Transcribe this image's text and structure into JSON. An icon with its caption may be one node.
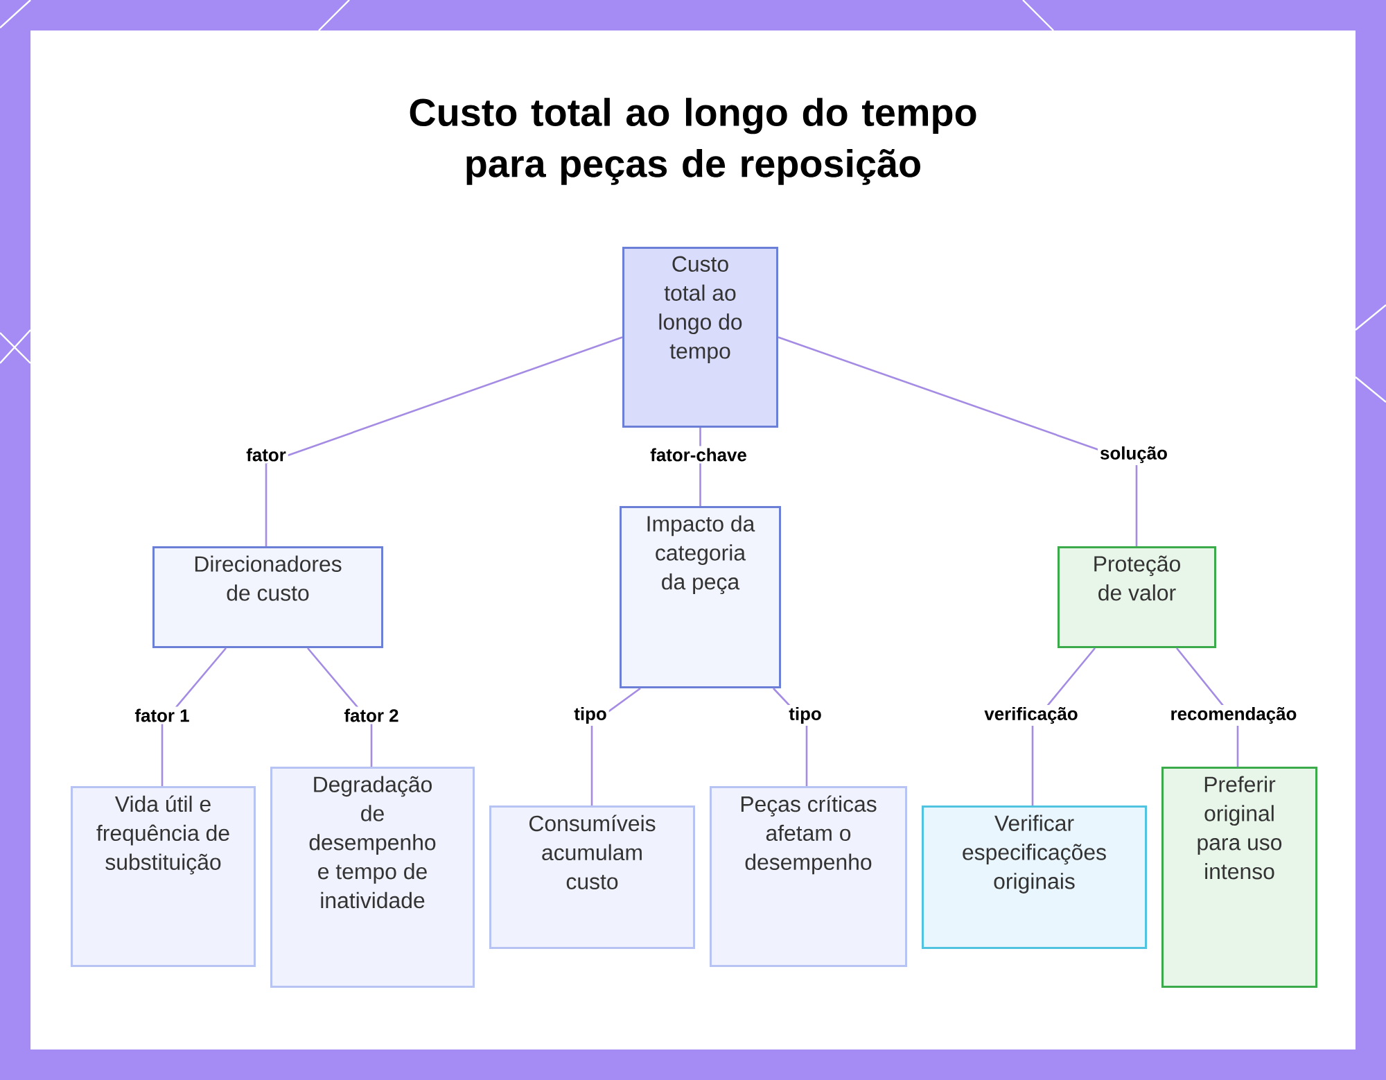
{
  "diagram": {
    "title": "Custo total ao longo do tempo para peças de reposição",
    "nodes": [
      {
        "text": [
          "Custo total ao longo do tempo"
        ]
      },
      {
        "text": [
          "Direcionadores de custo"
        ]
      },
      {
        "text": [
          "Impacto da categoria da peça"
        ]
      },
      {
        "text": [
          "Proteção de valor"
        ]
      },
      {
        "text": [
          "Vida útil e frequência de substituição"
        ]
      },
      {
        "text": [
          "Degradação de desempenho e tempo de inatividade"
        ]
      },
      {
        "text": [
          "Consumíveis acumulam custo"
        ]
      },
      {
        "text": [
          "Peças críticas afetam o desempenho"
        ]
      },
      {
        "text": [
          "Verificar especificações originais"
        ]
      },
      {
        "text": [
          "Preferir original para uso intenso"
        ]
      }
    ],
    "edges": [
      {
        "from": 0,
        "to": 1,
        "arrow": "none",
        "label": "fator"
      },
      {
        "from": 0,
        "to": 2,
        "arrow": "none",
        "label": "fator-chave"
      },
      {
        "from": 0,
        "to": 3,
        "arrow": "none",
        "label": "solução"
      },
      {
        "from": 1,
        "to": 4,
        "arrow": "none",
        "label": "fator 1"
      },
      {
        "from": 1,
        "to": 5,
        "arrow": "none",
        "label": "fator 2"
      },
      {
        "from": 2,
        "to": 6,
        "arrow": "none",
        "label": "tipo"
      },
      {
        "from": 2,
        "to": 7,
        "arrow": "none",
        "label": "tipo"
      },
      {
        "from": 3,
        "to": 8,
        "arrow": "none",
        "label": "verificação"
      },
      {
        "from": 3,
        "to": 9,
        "arrow": "none",
        "label": "recomendação"
      }
    ]
  }
}
